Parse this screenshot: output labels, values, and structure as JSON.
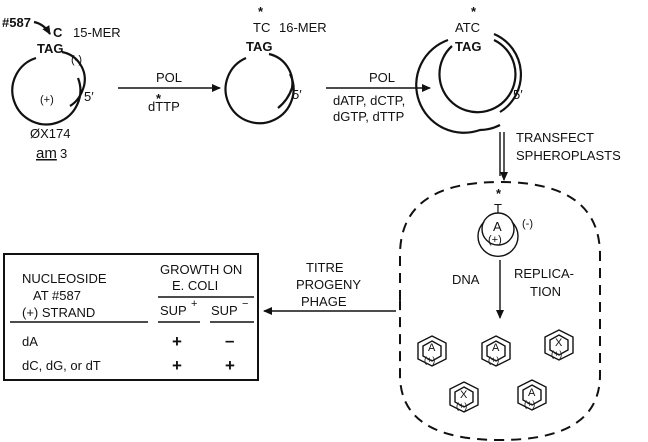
{
  "stage1": {
    "site": "#587",
    "base_c": "C",
    "mer_label": "15-MER",
    "codon": "TAG",
    "minus_strand": "(-)",
    "plus_strand": "(+)",
    "five_prime": "5′",
    "phage": "ØX174",
    "mutant": "am",
    "mutant_num": "3"
  },
  "arrow1": {
    "enzyme": "POL",
    "star": "*",
    "substrate": "dTTP"
  },
  "stage2": {
    "star": "*",
    "seq": "TC",
    "mer_label": "16-MER",
    "codon": "TAG",
    "five_prime": "5′"
  },
  "arrow2": {
    "enzyme": "POL",
    "substrates_1": "dATP, dCTP,",
    "substrates_2": "dGTP, dTTP"
  },
  "stage3": {
    "star": "*",
    "seq": "ATC",
    "codon": "TAG",
    "five_prime": "5′"
  },
  "step_transfect": {
    "line1": "TRANSFECT",
    "line2": "SPHEROPLASTS"
  },
  "cell": {
    "star": "*",
    "t_mark": "T",
    "inner_a": "A",
    "inner_plus": "(+)",
    "minus": "(-)",
    "dna": "DNA",
    "replication_1": "REPLICA-",
    "replication_2": "TION",
    "progeny": [
      {
        "letter": "A",
        "strand": "(+)"
      },
      {
        "letter": "A",
        "strand": "(+)"
      },
      {
        "letter": "X",
        "strand": "(+)"
      },
      {
        "letter": "X",
        "strand": "(+)"
      },
      {
        "letter": "A",
        "strand": "(+)"
      }
    ]
  },
  "titre": {
    "line1": "TITRE",
    "line2": "PROGENY",
    "line3": "PHAGE"
  },
  "table": {
    "col1_1": "NUCLEOSIDE",
    "col1_2": "AT #587",
    "col1_3": "(+) STRAND",
    "col2_1": "GROWTH ON",
    "col2_2": "E. COLI",
    "sup_plus": "SUP",
    "sup_plus_sign": "+",
    "sup_minus": "SUP",
    "sup_minus_sign": "−",
    "rows": [
      {
        "nucleoside": "dA",
        "plus": "+",
        "minus": "–"
      },
      {
        "nucleoside": "dC, dG, or dT",
        "plus": "+",
        "minus": "+"
      }
    ]
  }
}
